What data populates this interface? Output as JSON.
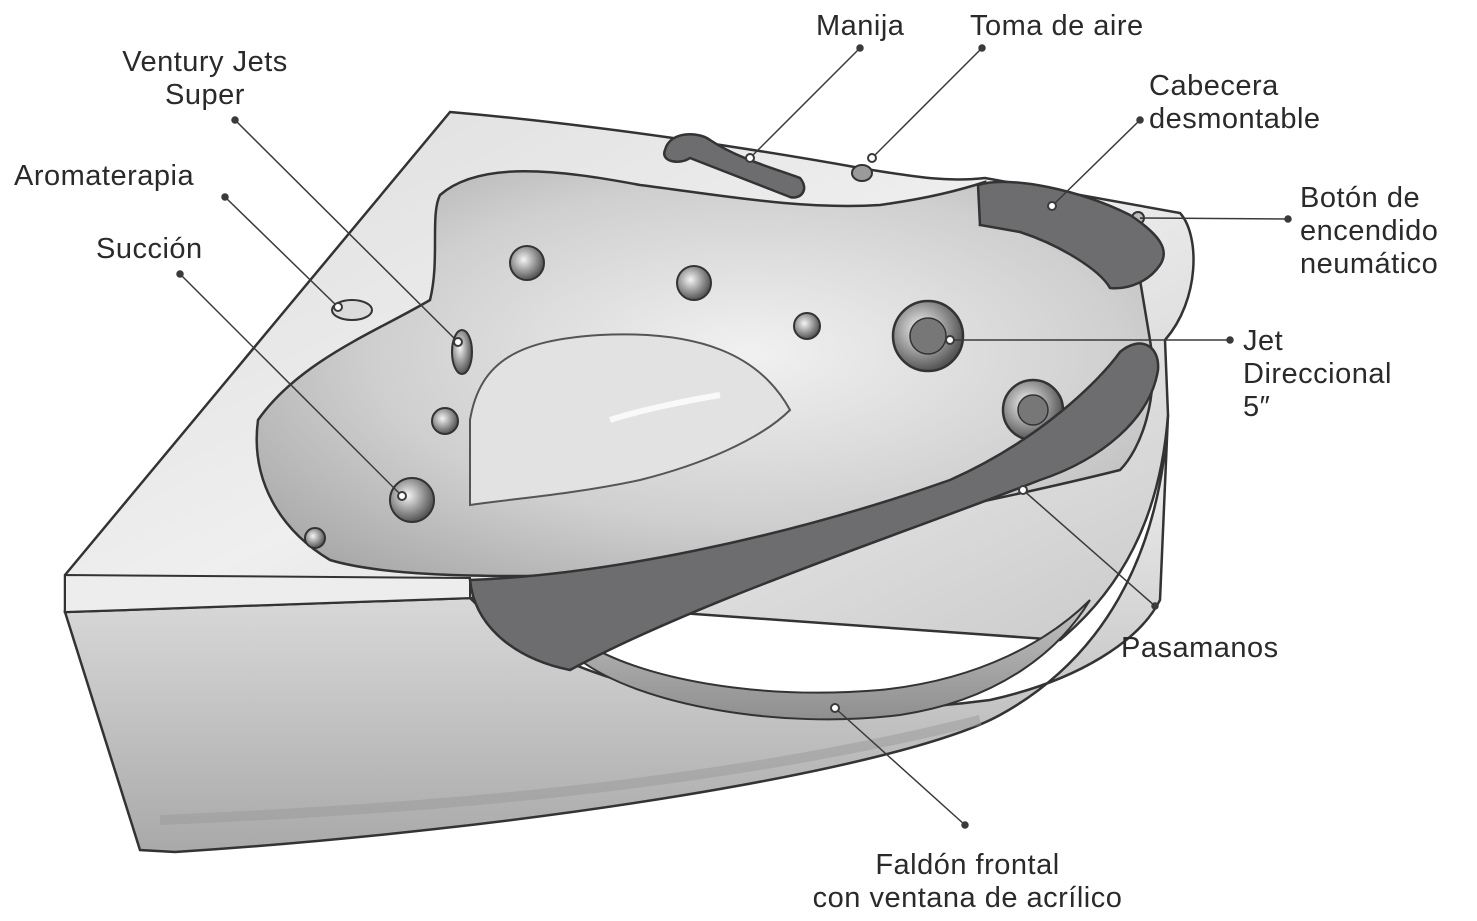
{
  "labels": {
    "manija": "Manija",
    "toma_de_aire": "Toma de aire",
    "ventury_line1": "Ventury Jets",
    "ventury_line2": "Super",
    "cabecera_line1": "Cabecera",
    "cabecera_line2": "desmontable",
    "aromaterapia": "Aromaterapia",
    "boton_line1": "Botón de",
    "boton_line2": "encendido",
    "boton_line3": "neumático",
    "succion": "Succión",
    "jet_line1": "Jet",
    "jet_line2": "Direccional",
    "jet_line3": "5″",
    "pasamanos": "Pasamanos",
    "faldon_line1": "Faldón frontal",
    "faldon_line2": "con ventana de acrílico"
  },
  "colors": {
    "tub_light": "#e9e9e9",
    "tub_mid": "#c8c8c8",
    "tub_dark": "#9a9a9a",
    "outline": "#333333",
    "handrail": "#6d6d6f",
    "leader": "#3a3a3a"
  }
}
